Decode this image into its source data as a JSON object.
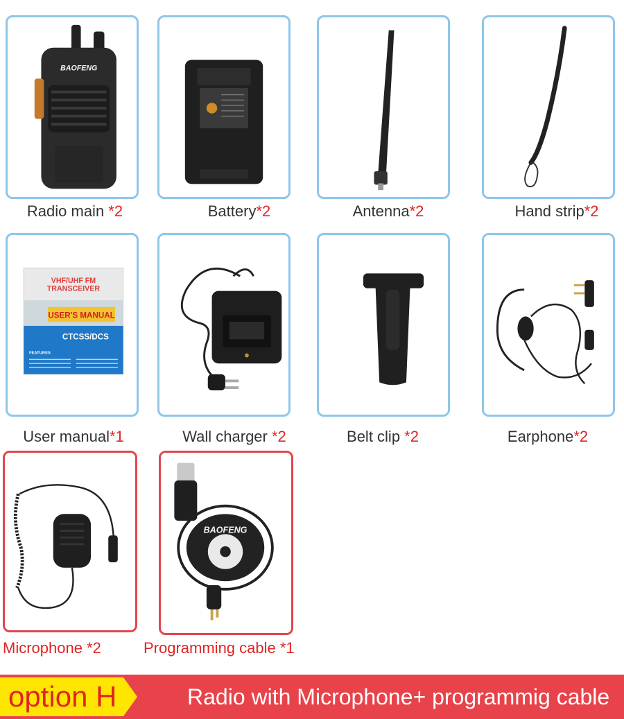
{
  "items": [
    {
      "name": "Radio main ",
      "qty": "*2"
    },
    {
      "name": "Battery",
      "qty": "*2"
    },
    {
      "name": "Antenna",
      "qty": "*2"
    },
    {
      "name": "Hand strip",
      "qty": "*2"
    },
    {
      "name": "User manual",
      "qty": "*1"
    },
    {
      "name": "Wall charger ",
      "qty": "*2"
    },
    {
      "name": "Belt clip ",
      "qty": "*2"
    },
    {
      "name": "Earphone",
      "qty": "*2"
    },
    {
      "name": "Microphone  ",
      "qty": "*2"
    },
    {
      "name": "Programming cable ",
      "qty": "*1"
    }
  ],
  "product_text": {
    "radio_brand": "BAOFENG",
    "manual_line1": "VHF/UHF FM",
    "manual_line2": "TRANSCEIVER",
    "manual_title": "USER'S MANUAL",
    "manual_ctcss": "CTCSS/DCS",
    "manual_features": "FEATURES",
    "cable_brand": "BAOFENG"
  },
  "banner": {
    "option": "option H",
    "description": "Radio with Microphone+ programmig cable"
  },
  "colors": {
    "card_border": "#8fc6ea",
    "highlight_border": "#e0474c",
    "banner_bg": "#e8434a",
    "tag_bg": "#ffe600",
    "qty_red": "#e02424"
  }
}
